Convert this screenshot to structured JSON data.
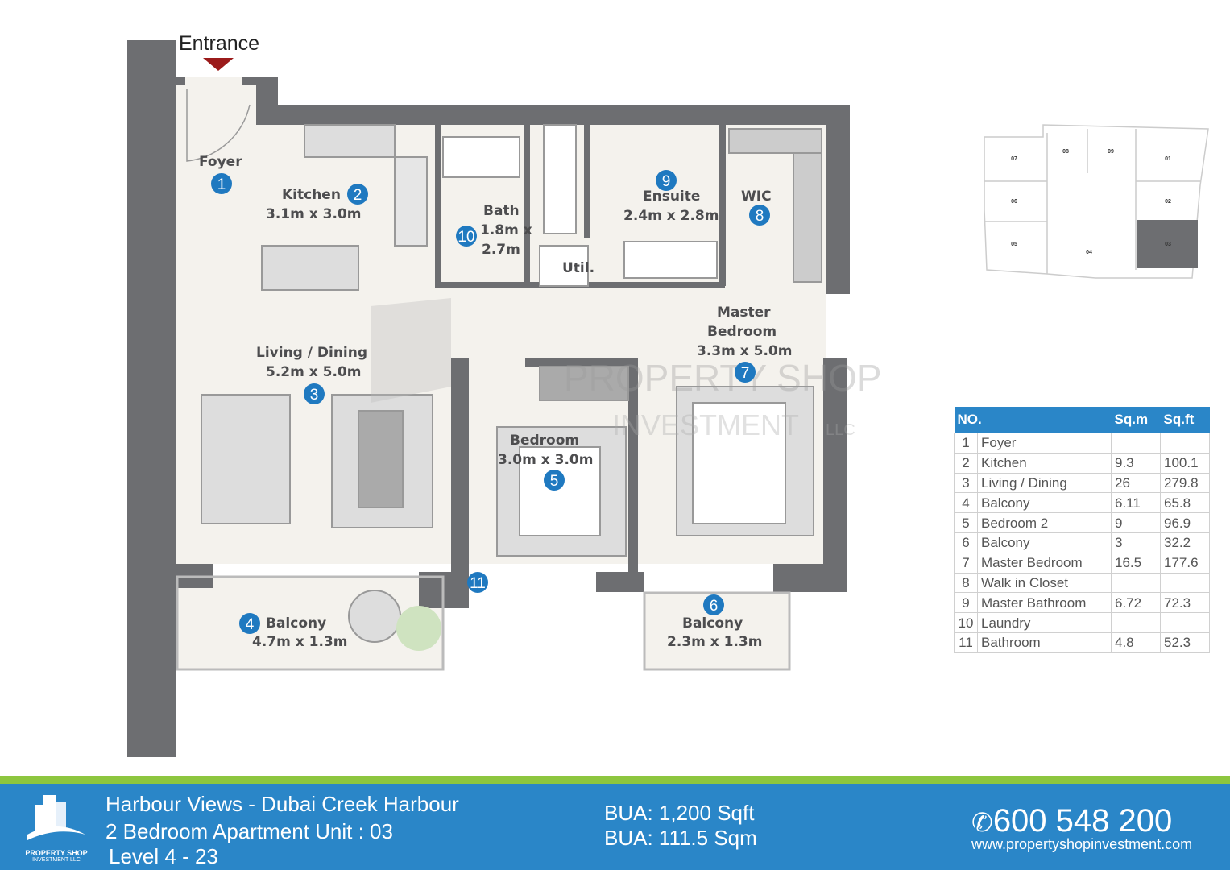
{
  "entrance_label": "Entrance",
  "rooms": [
    {
      "no": "1",
      "name": "Foyer",
      "dims": ""
    },
    {
      "no": "2",
      "name": "Kitchen",
      "dims": "3.1m x 3.0m"
    },
    {
      "no": "3",
      "name": "Living / Dining",
      "dims": "5.2m x 5.0m"
    },
    {
      "no": "4",
      "name": "Balcony",
      "dims": "4.7m x 1.3m"
    },
    {
      "no": "5",
      "name": "Bedroom",
      "dims": "3.0m x 3.0m"
    },
    {
      "no": "6",
      "name": "Balcony",
      "dims": "2.3m x 1.3m"
    },
    {
      "no": "7",
      "name": "Master Bedroom",
      "name_line1": "Master",
      "name_line2": "Bedroom",
      "dims": "3.3m x 5.0m"
    },
    {
      "no": "8",
      "name": "WIC",
      "dims": ""
    },
    {
      "no": "9",
      "name": "Ensuite",
      "dims": "2.4m x 2.8m"
    },
    {
      "no": "10",
      "name": "Bath",
      "dims_line1": "1.8m x",
      "dims_line2": "2.7m"
    },
    {
      "no": "11"
    }
  ],
  "util_label": "Util.",
  "watermark": {
    "line1": "PROPERTY SHOP",
    "line2": "INVESTMENT",
    "suffix": "LLC"
  },
  "key_plan": {
    "units": [
      "07",
      "08",
      "09",
      "01",
      "06",
      "02",
      "05",
      "04",
      "03"
    ],
    "highlighted": "03",
    "highlight_color": "#6d6e71"
  },
  "area_table": {
    "headers": [
      "NO.",
      "Sq.m",
      "Sq.ft"
    ],
    "rows": [
      {
        "no": "1",
        "name": "Foyer",
        "sqm": "",
        "sqft": ""
      },
      {
        "no": "2",
        "name": "Kitchen",
        "sqm": "9.3",
        "sqft": "100.1"
      },
      {
        "no": "3",
        "name": "Living / Dining",
        "sqm": "26",
        "sqft": "279.8"
      },
      {
        "no": "4",
        "name": "Balcony",
        "sqm": "6.11",
        "sqft": "65.8"
      },
      {
        "no": "5",
        "name": "Bedroom 2",
        "sqm": "9",
        "sqft": "96.9"
      },
      {
        "no": "6",
        "name": "Balcony",
        "sqm": "3",
        "sqft": "32.2"
      },
      {
        "no": "7",
        "name": "Master Bedroom",
        "sqm": "16.5",
        "sqft": "177.6"
      },
      {
        "no": "8",
        "name": "Walk in Closet",
        "sqm": "",
        "sqft": ""
      },
      {
        "no": "9",
        "name": "Master Bathroom",
        "sqm": "6.72",
        "sqft": "72.3"
      },
      {
        "no": "10",
        "name": "Laundry",
        "sqm": "",
        "sqft": ""
      },
      {
        "no": "11",
        "name": "Bathroom",
        "sqm": "4.8",
        "sqft": "52.3"
      }
    ]
  },
  "footer": {
    "logo_line1": "PROPERTY SHOP",
    "logo_line2": "INVESTMENT LLC",
    "project": "Harbour Views - Dubai Creek Harbour",
    "unit": "2 Bedroom Apartment  Unit : 03",
    "level": "Level  4 - 23",
    "bua_sqft": "BUA: 1,200 Sqft",
    "bua_sqm": "BUA: 111.5 Sqm",
    "phone": "600 548 200",
    "website": "www.propertyshopinvestment.com"
  },
  "colors": {
    "accent": "#2a86c8",
    "green": "#8dc63f",
    "wall": "#6d6e71",
    "floor": "#f4f2ed",
    "marker": "#1f79c0",
    "entrance_arrow": "#9b1b1b"
  }
}
